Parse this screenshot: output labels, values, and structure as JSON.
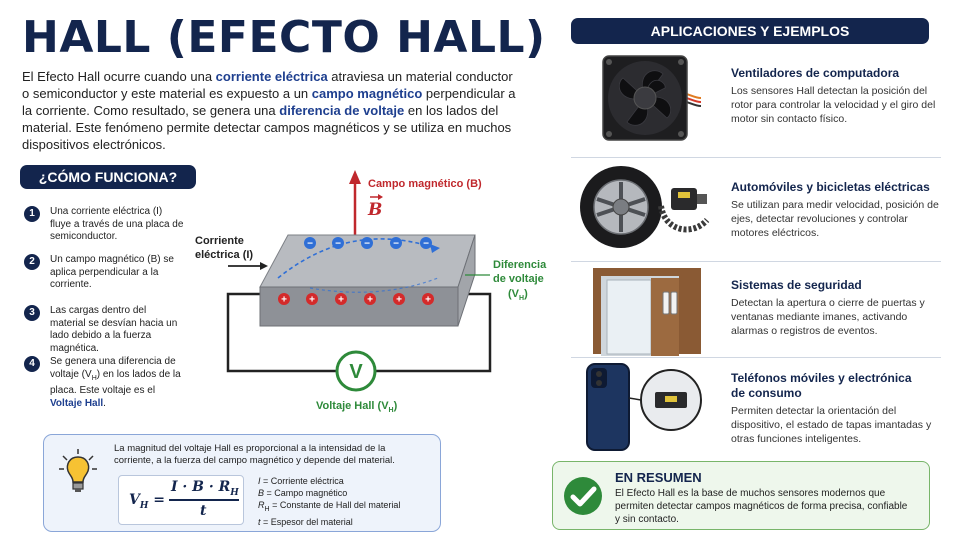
{
  "title": "HALL (EFECTO HALL)",
  "intro": {
    "p1": "El Efecto Hall ocurre cuando una ",
    "h1": "corriente eléctrica",
    "p2": " atraviesa un material conductor o semiconductor y este material es expuesto a un ",
    "h2": "campo magnético",
    "p3": " perpendicular a la corriente. Como resultado, se genera una ",
    "h3": "diferencia de voltaje",
    "p4": " en los lados del material. Este fenómeno permite detectar campos magnéticos y se utiliza en muchos dispositivos electrónicos."
  },
  "how": {
    "heading": "¿CÓMO FUNCIONA?",
    "steps": [
      {
        "num": "1",
        "text": "Una corriente eléctrica (I) fluye a través de una placa de semiconductor."
      },
      {
        "num": "2",
        "text": "Un campo magnético (B) se aplica perpendicular a la corriente."
      },
      {
        "num": "3",
        "text": "Las cargas dentro del material se desvían hacia un lado debido a la fuerza magnética."
      },
      {
        "num": "4",
        "text_pre": "Se genera una diferencia de voltaje (V",
        "text_sub": "H",
        "text_post": ") en los lados de la placa. Este voltaje es el ",
        "text_bold": "Voltaje Hall",
        "text_end": "."
      }
    ]
  },
  "diagram": {
    "field_label": "Campo magnético (B)",
    "field_symbol": "B",
    "current_label_1": "Corriente",
    "current_label_2": "eléctrica (I)",
    "diff_label_1": "Diferencia",
    "diff_label_2": "de voltaje",
    "diff_label_3": "(V",
    "diff_label_3_sub": "H",
    "diff_label_3_end": ")",
    "meter_symbol": "V",
    "hall_label": "Voltaje Hall (V",
    "hall_label_sub": "H",
    "hall_label_end": ")",
    "neg_sign": "−",
    "pos_sign": "+",
    "colors": {
      "negative": "#2f6fd6",
      "positive": "#d42a2a",
      "field": "#c0282d",
      "voltage": "#2e8a3a"
    }
  },
  "formula": {
    "note": "La magnitud del voltaje Hall es proporcional a la intensidad de la corriente, a la fuerza del campo magnético y depende del material.",
    "lhs": "V",
    "lhs_sub": "H",
    "numerator": "I · B · R",
    "numerator_sub": "H",
    "denominator": "t",
    "legend": [
      {
        "sym": "I",
        "text": " = Corriente eléctrica"
      },
      {
        "sym": "B",
        "text": " = Campo magnético"
      },
      {
        "sym": "R",
        "sub": "H",
        "text": " = Constante de Hall del material"
      },
      {
        "sym": "t",
        "text": " = Espesor del material"
      }
    ]
  },
  "apps": {
    "heading": "APLICACIONES Y EJEMPLOS",
    "items": [
      {
        "icon": "computer-fan-icon",
        "title": "Ventiladores de computadora",
        "desc": "Los sensores Hall detectan la posición del rotor para controlar la velocidad y el giro del motor sin contacto físico."
      },
      {
        "icon": "car-wheel-icon",
        "title": "Automóviles y bicicletas eléctricas",
        "desc": "Se utilizan para medir velocidad, posición de ejes, detectar revoluciones y controlar motores eléctricos."
      },
      {
        "icon": "door-sensor-icon",
        "title": "Sistemas de seguridad",
        "desc": "Detectan la apertura o cierre de puertas y ventanas mediante imanes, activando alarmas o registros de eventos."
      },
      {
        "icon": "smartphone-icon",
        "title_1": "Teléfonos móviles y electrónica",
        "title_2": "de consumo",
        "desc": "Permiten detectar la orientación del dispositivo, el estado de tapas imantadas y otras funciones inteligentes."
      }
    ]
  },
  "summary": {
    "title": "EN RESUMEN",
    "text": "El Efecto Hall es la base de muchos sensores modernos que permiten detectar campos magnéticos de forma precisa, confiable y sin contacto."
  },
  "colors": {
    "navy": "#13254d",
    "accent_blue": "#1e3f8f",
    "green": "#2e8a3a"
  }
}
